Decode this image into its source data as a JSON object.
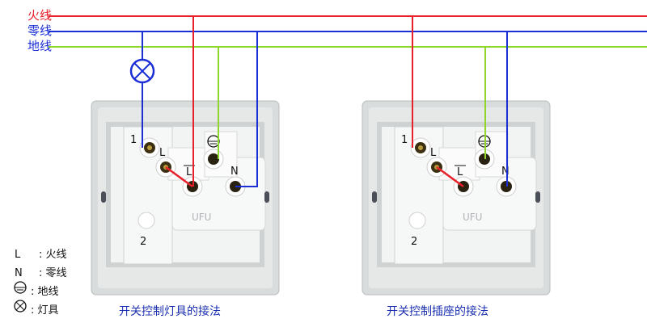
{
  "wires": {
    "live": {
      "label": "火线",
      "color": "#e8202a"
    },
    "neutral": {
      "label": "零线",
      "color": "#1c2fd6"
    },
    "ground": {
      "label": "地线",
      "color": "#8fd62a"
    }
  },
  "legend": [
    {
      "key": "L",
      "sep": ":",
      "label": "火线"
    },
    {
      "key": "N",
      "sep": ":",
      "label": "零线"
    },
    {
      "key": "ground-symbol",
      "sep": ":",
      "label": "地线"
    },
    {
      "key": "lamp-symbol",
      "sep": ":",
      "label": "灯具"
    }
  ],
  "diagrams": [
    {
      "caption": "开关控制灯具的接法",
      "terminals": {
        "t1": "1",
        "t2": "2",
        "L1": "L",
        "L2": "L",
        "E": "⏚",
        "N": "N"
      },
      "brand": "UFU"
    },
    {
      "caption": "开关控制插座的接法",
      "terminals": {
        "t1": "1",
        "t2": "2",
        "L1": "L",
        "L2": "L",
        "E": "⏚",
        "N": "N"
      },
      "brand": "UFU"
    }
  ]
}
